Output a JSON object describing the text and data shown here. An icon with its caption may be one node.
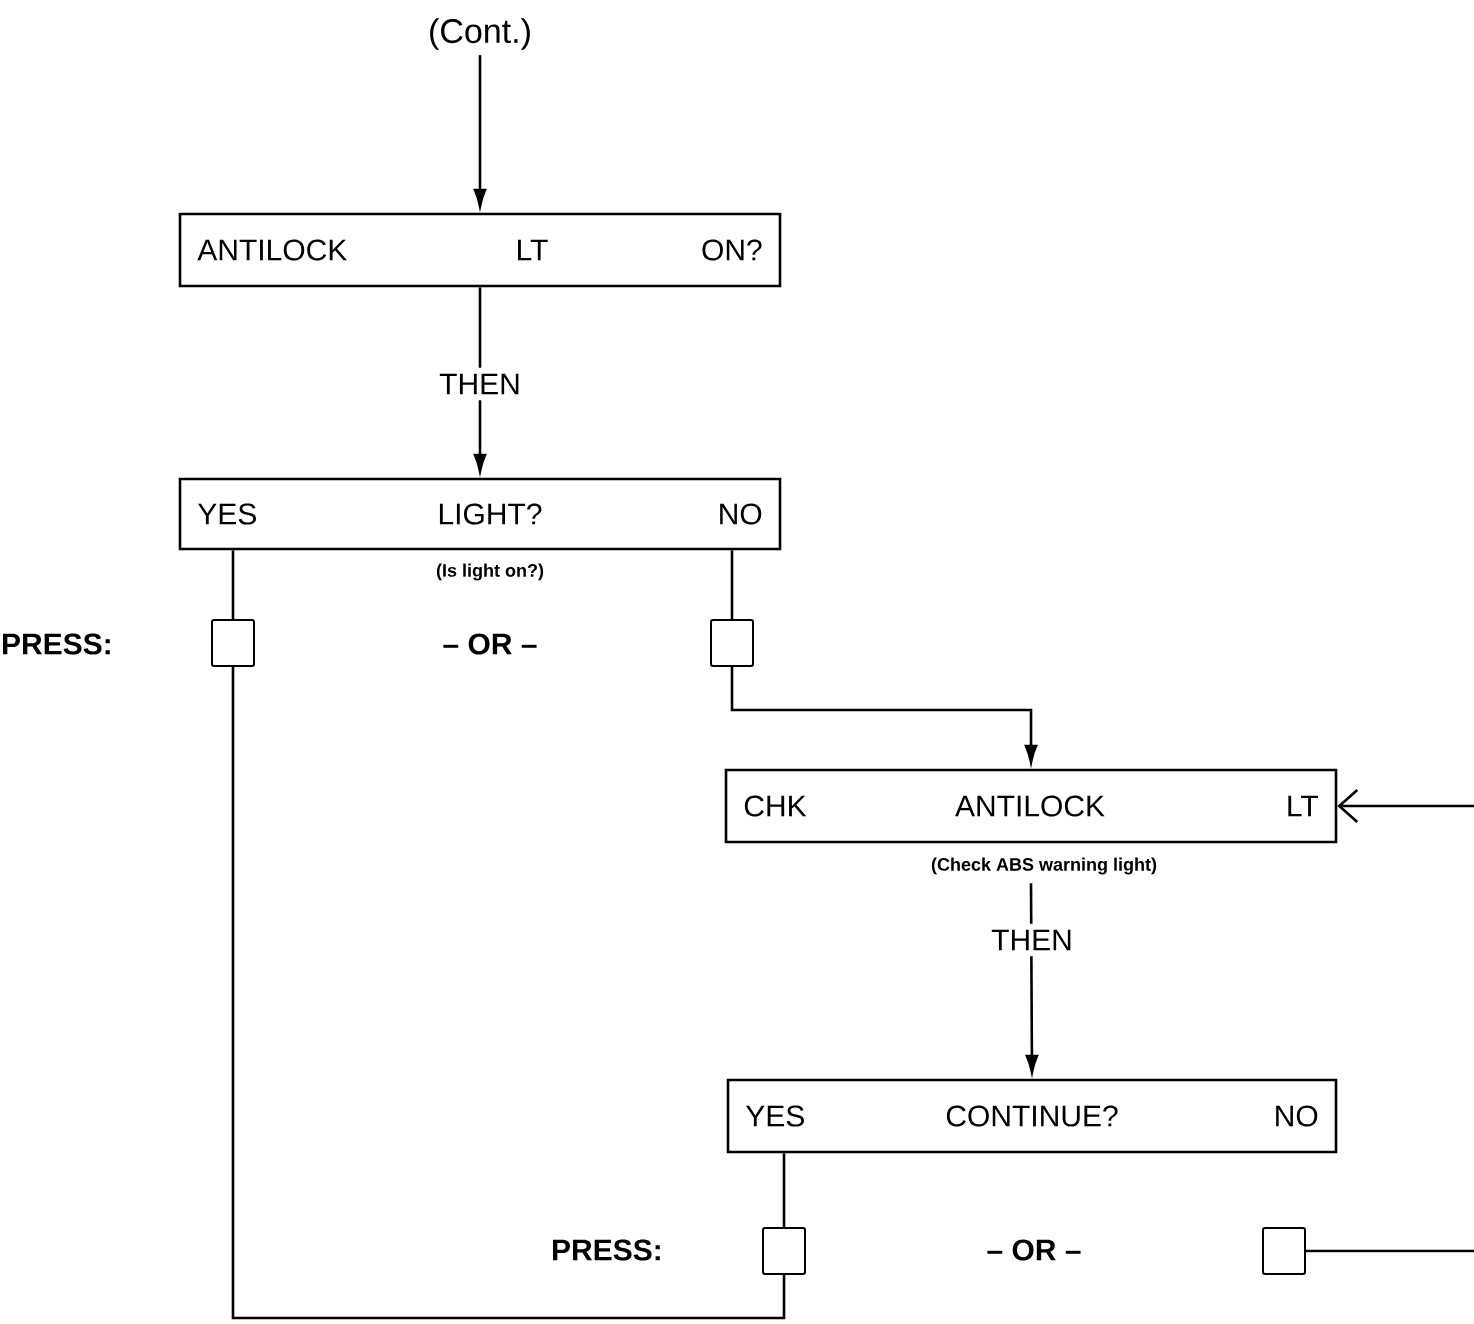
{
  "diagram": {
    "nodes": [
      {
        "text": [
          "(Cont.)"
        ]
      },
      {
        "text": [
          "ANTILOCK",
          "LT",
          "ON?"
        ]
      },
      {
        "text": [
          "YES",
          "LIGHT?",
          "NO"
        ],
        "beside": [
          "(Is light on?)"
        ]
      },
      {
        "text": [],
        "shape": "box"
      },
      {
        "text": [],
        "shape": "box"
      },
      {
        "text": [
          "CHK",
          "ANTILOCK",
          "LT"
        ],
        "beside": [
          "(Check ABS warning light)"
        ]
      },
      {
        "text": [
          "YES",
          "CONTINUE?",
          "NO"
        ]
      },
      {
        "text": [],
        "shape": "box"
      },
      {
        "text": [],
        "shape": "box"
      }
    ],
    "edges": [
      {
        "from": 0,
        "to": 1,
        "arrow": "to"
      },
      {
        "from": 1,
        "to": 2,
        "arrow": "to",
        "label": "THEN"
      },
      {
        "from": 2,
        "to": 3,
        "arrow": "none"
      },
      {
        "from": 2,
        "to": 4,
        "arrow": "none"
      },
      {
        "from": 4,
        "to": 5,
        "arrow": "to"
      },
      {
        "from": 5,
        "to": 6,
        "arrow": "to",
        "label": "THEN"
      },
      {
        "from": 6,
        "to": 7,
        "arrow": "none"
      },
      {
        "from": 3,
        "to": 7,
        "arrow": "none"
      },
      {
        "from": 8,
        "to": null,
        "arrow": "none"
      },
      {
        "from": null,
        "to": 5,
        "arrow": "to"
      }
    ],
    "labels": [
      "PRESS:",
      "– OR –",
      "PRESS:",
      "– OR –"
    ]
  }
}
